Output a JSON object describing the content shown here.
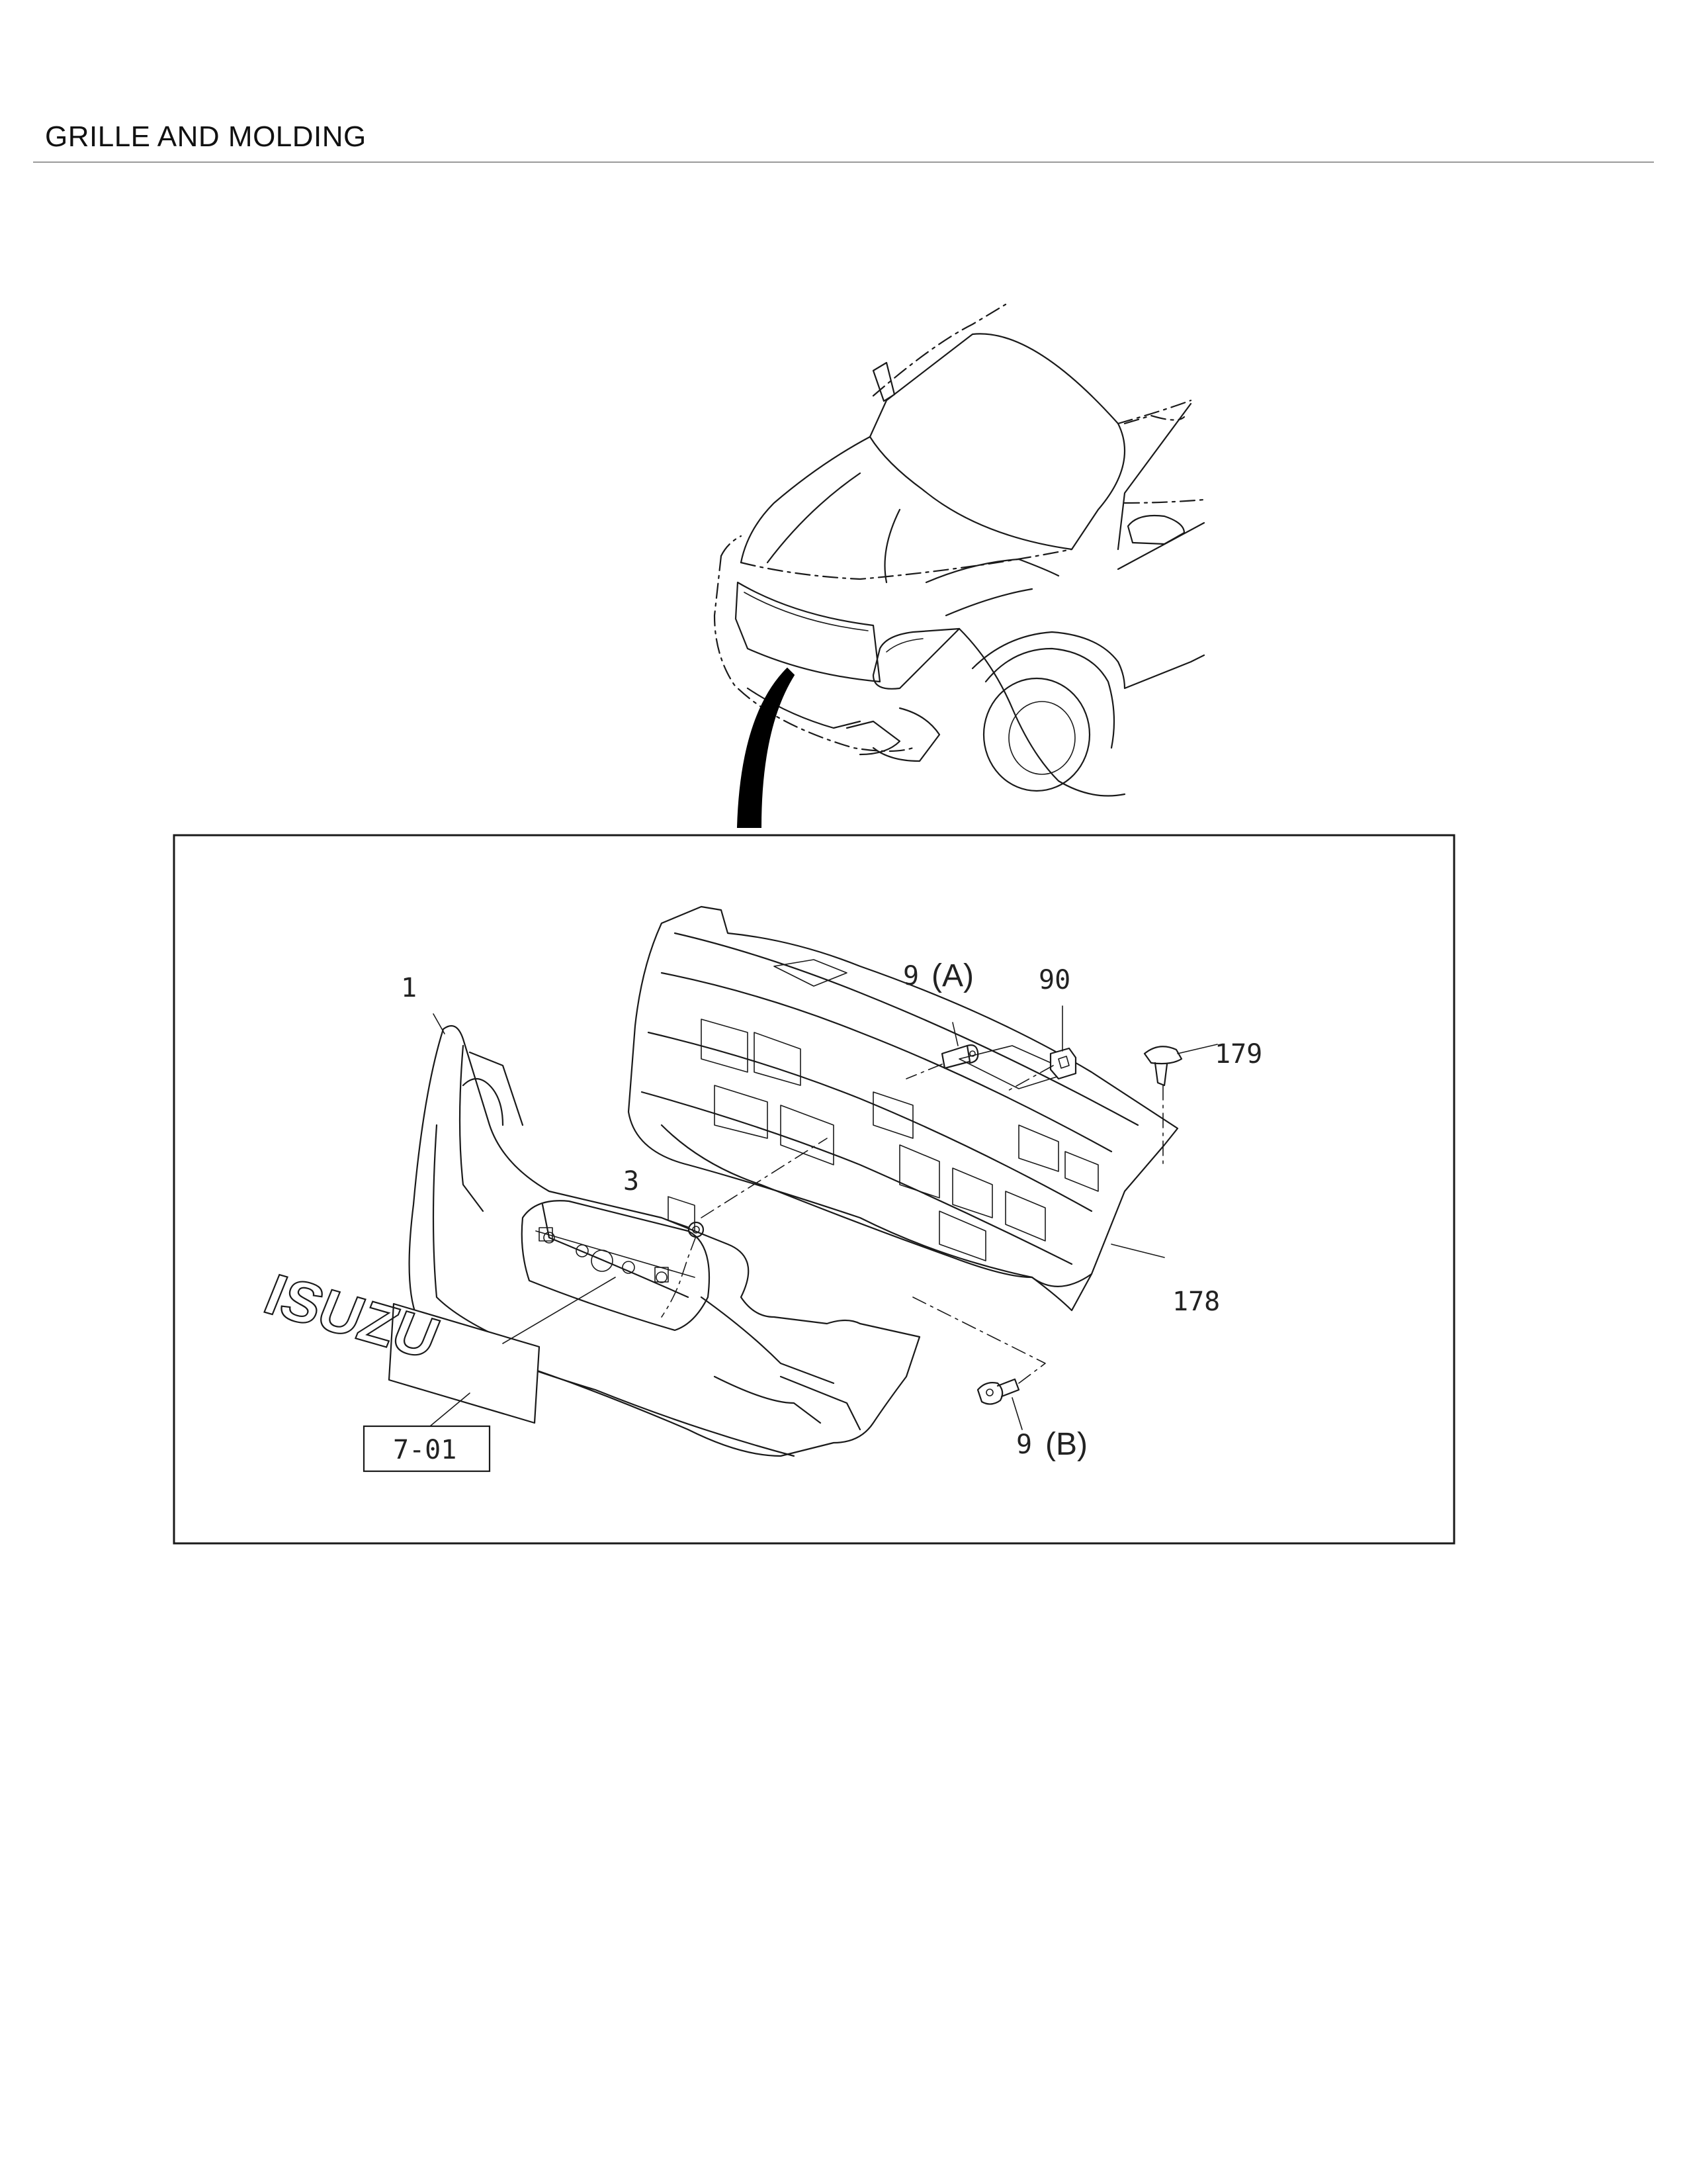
{
  "page": {
    "title": "GRILLE AND MOLDING"
  },
  "vehicle_view": {
    "icon": "pickup-truck-front-icon"
  },
  "parts": {
    "p1": "1",
    "p3": "3",
    "p9a_num": "9",
    "p9a_letter": "(A)",
    "p90": "90",
    "p179": "179",
    "p178": "178",
    "p9b_num": "9",
    "p9b_letter": "(B)",
    "ref_box": "7-01"
  },
  "emblem": {
    "icon": "isuzu-emblem-icon",
    "text": "ISUZU"
  }
}
